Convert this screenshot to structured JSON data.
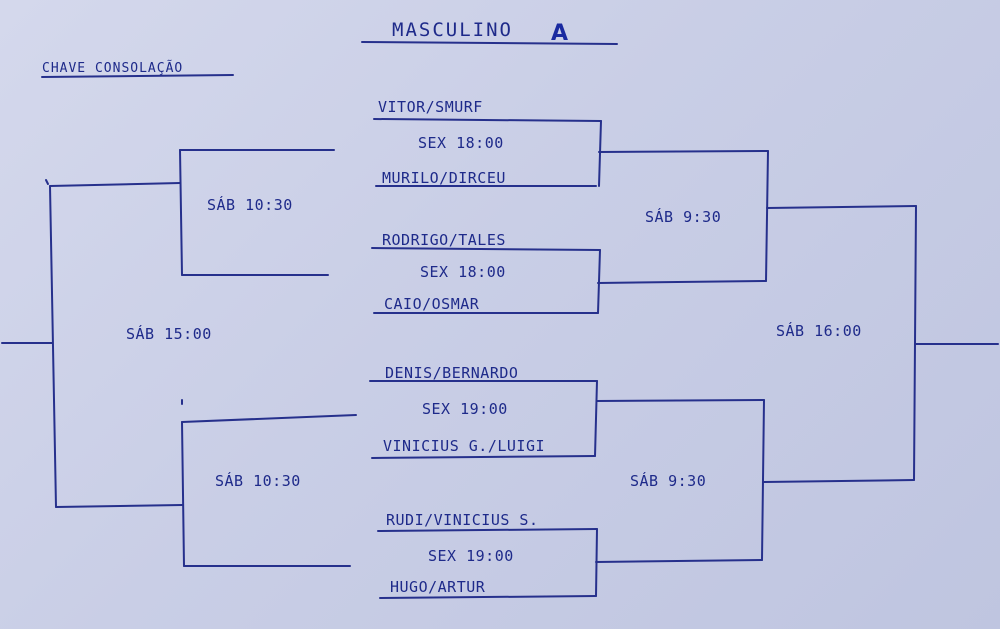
{
  "header": {
    "title": "MASCULINO",
    "group": "A",
    "bracket_label": "CHAVE CONSOLAÇÃO"
  },
  "round1": [
    {
      "team_top": "VITOR/SMURF",
      "time": "SEX 18:00",
      "team_bottom": "MURILO/DIRCEU"
    },
    {
      "team_top": "RODRIGO/TALES",
      "time": "SEX 18:00",
      "team_bottom": "CAIO/OSMAR"
    },
    {
      "team_top": "DENIS/BERNARDO",
      "time": "SEX 19:00",
      "team_bottom": "VINICIUS G./LUIGI"
    },
    {
      "team_top": "RUDI/VINICIUS S.",
      "time": "SEX 19:00",
      "team_bottom": "HUGO/ARTUR"
    }
  ],
  "left_bracket": {
    "semi_top_time": "SÁB 10:30",
    "semi_bottom_time": "SÁB 10:30",
    "final_time": "SÁB 15:00"
  },
  "right_bracket": {
    "semi_top_time": "SÁB 9:30",
    "semi_bottom_time": "SÁB 9:30",
    "final_time": "SÁB 16:00"
  },
  "colors": {
    "ink": "#1e2a8a",
    "paper": "#c9cee6",
    "accent": "#1a2aa0"
  }
}
